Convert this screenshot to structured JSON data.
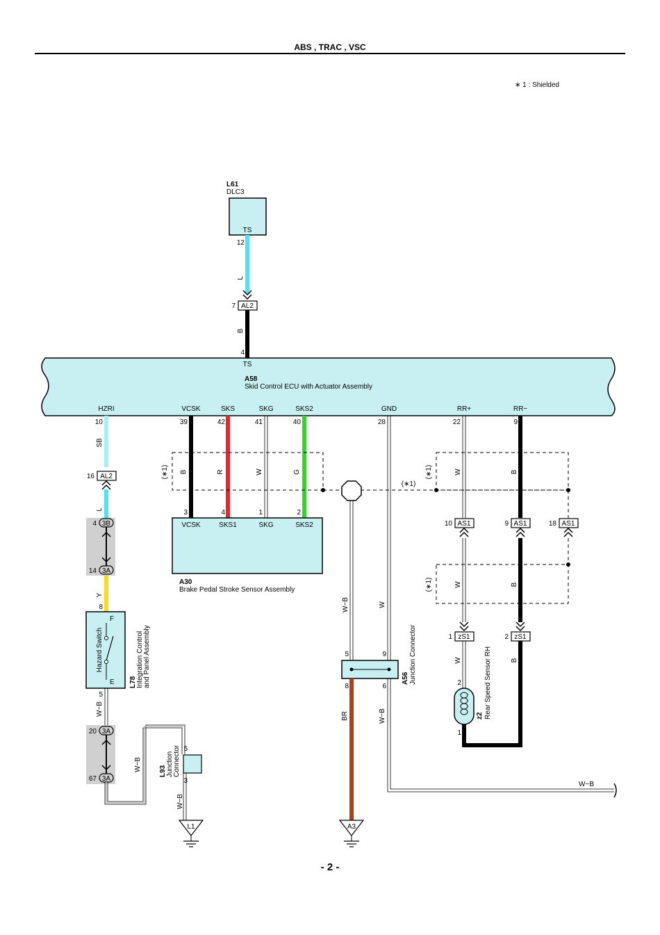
{
  "header": {
    "title": "ABS , TRAC , VSC"
  },
  "note": "∗ 1 : Shielded",
  "page_number": "- 2 -",
  "components": {
    "dlc3": {
      "ref": "L61",
      "name": "DLC3",
      "terminal": "TS",
      "pin": "12"
    },
    "ecu": {
      "ref": "A58",
      "name": "Skid Control ECU with Actuator Assembly",
      "top_terminal": "TS",
      "top_pin": "4"
    },
    "stroke_sensor": {
      "ref": "A30",
      "name": "Brake Pedal Stroke Sensor Assembly"
    },
    "hazard": {
      "ref": "L78",
      "name_line1": "Integration Control",
      "name_line2": "and Panel Assembly",
      "switch": "Hazard Switch",
      "term_f": "F",
      "term_e": "E",
      "pin_top": "8",
      "pin_bottom": "5"
    },
    "jc_a56": {
      "ref": "A56",
      "name": "Junction Connector",
      "pins": [
        "5",
        "9",
        "8",
        "6"
      ]
    },
    "jc_l93": {
      "ref": "L93",
      "name_line1": "Junction",
      "name_line2": "Connector",
      "pins": [
        "5",
        "3"
      ]
    },
    "rear_sensor": {
      "ref": "z2",
      "name": "Rear Speed Sensor RH",
      "pins": [
        "2",
        "1"
      ]
    },
    "grounds": [
      "L1",
      "A3"
    ]
  },
  "ecu_terminals": [
    {
      "name": "HZRI",
      "pin": "10"
    },
    {
      "name": "VCSK",
      "pin": "39"
    },
    {
      "name": "SKS",
      "pin": "42"
    },
    {
      "name": "SKG",
      "pin": "41"
    },
    {
      "name": "SKS2",
      "pin": "40"
    },
    {
      "name": "GND",
      "pin": "28"
    },
    {
      "name": "RR+",
      "pin": "22"
    },
    {
      "name": "RR−",
      "pin": "9"
    }
  ],
  "sensor_terminals": [
    {
      "name": "VCSK",
      "pin": "3"
    },
    {
      "name": "SKS1",
      "pin": "4"
    },
    {
      "name": "SKG",
      "pin": "1"
    },
    {
      "name": "SKS2",
      "pin": "2"
    }
  ],
  "connectors": {
    "al2_top": {
      "code": "AL2",
      "pin": "7"
    },
    "al2_left": {
      "code": "AL2",
      "pin": "16"
    },
    "c3b": {
      "code": "3B",
      "pin": "4"
    },
    "c3a_14": {
      "code": "3A",
      "pin": "14"
    },
    "c3a_20": {
      "code": "3A",
      "pin": "20"
    },
    "c3a_67": {
      "code": "3A",
      "pin": "67"
    },
    "as1_10": {
      "code": "AS1",
      "pin": "10"
    },
    "as1_9": {
      "code": "AS1",
      "pin": "9"
    },
    "as1_18": {
      "code": "AS1",
      "pin": "18"
    },
    "zs1_1": {
      "code": "zS1",
      "pin": "1"
    },
    "zs1_2": {
      "code": "zS1",
      "pin": "2"
    }
  },
  "shield_marks": [
    "(∗1)",
    "(∗1)",
    "(∗1)",
    "(∗1)"
  ],
  "wire_colors": {
    "dlc_l": "L",
    "dlc_b": "B",
    "hz_sb": "SB",
    "hz_l": "L",
    "hz_y": "Y",
    "hz_wb": "W−B",
    "l93_wb1": "W−B",
    "l93_wb2": "W−B",
    "vcsk": "B",
    "sks": "R",
    "skg": "W",
    "sks2": "G",
    "gnd_wb": "W−B",
    "gnd_w": "W",
    "a3_br": "BR",
    "out_wb": "W−B",
    "out_wb_right": "W−B",
    "rrp_w1": "W",
    "rrm_b1": "B",
    "rrp_w2": "W",
    "rrm_b2": "B",
    "rrp_w3": "W",
    "rrm_b3": "B"
  },
  "colors": {
    "L": "#4fe3f0",
    "SB": "#a6f0f7",
    "Y": "#f7dd1f",
    "R": "#e8272c",
    "G": "#34d42c",
    "BR": "#a8421a",
    "B": "#000000",
    "box": "#c8f0f2"
  }
}
